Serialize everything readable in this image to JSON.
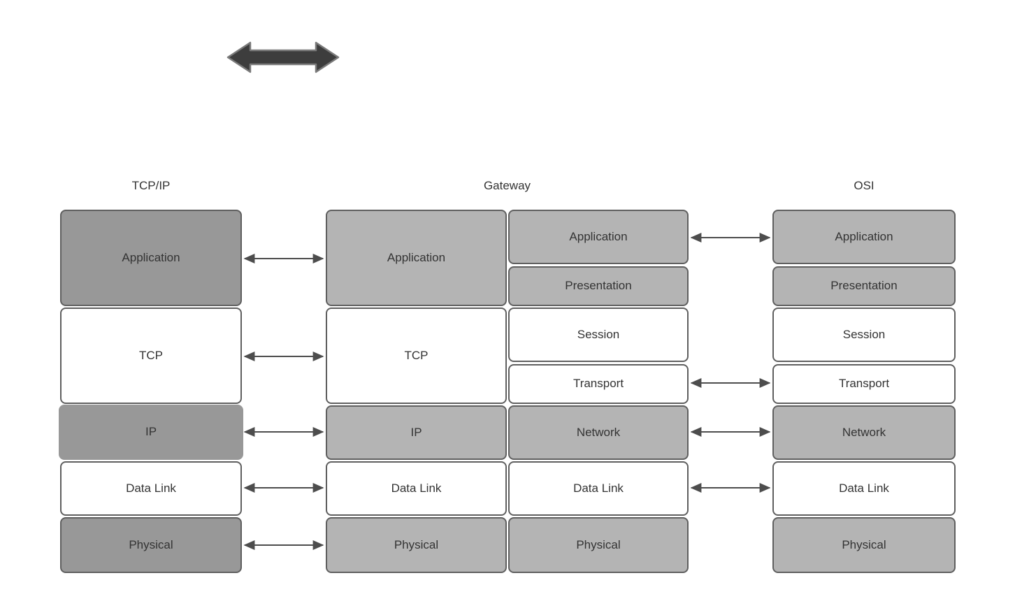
{
  "headers": {
    "tcpip": "TCP/IP",
    "gateway": "Gateway",
    "osi": "OSI"
  },
  "tcpip": {
    "rows": [
      "Application",
      "TCP",
      "IP",
      "Data Link",
      "Physical"
    ]
  },
  "gateway_left": {
    "rows": [
      "Application",
      "TCP",
      "IP",
      "Data Link",
      "Physical"
    ]
  },
  "gateway_right": {
    "rows": [
      "Application",
      "Presentation",
      "Session",
      "Transport",
      "Network",
      "Data Link",
      "Physical"
    ]
  },
  "osi": {
    "rows": [
      "Application",
      "Presentation",
      "Session",
      "Transport",
      "Network",
      "Data Link",
      "Physical"
    ]
  },
  "connectors": {
    "tcpip_to_gateway": [
      "Application",
      "TCP",
      "IP",
      "Data Link",
      "Physical"
    ],
    "gateway_to_osi": [
      "Application",
      "Transport",
      "Network",
      "Data Link"
    ],
    "top_block_arrow": "bidirectional-arrow"
  },
  "colors": {
    "dark_fill": "#989898",
    "light_fill": "#b4b4b4",
    "white_fill": "#ffffff",
    "border": "#5f5f5f",
    "text": "#333333",
    "connector": "#4d4d4d",
    "block_arrow_fill": "#3d3d3d",
    "block_arrow_stroke": "#7a7a7a"
  }
}
